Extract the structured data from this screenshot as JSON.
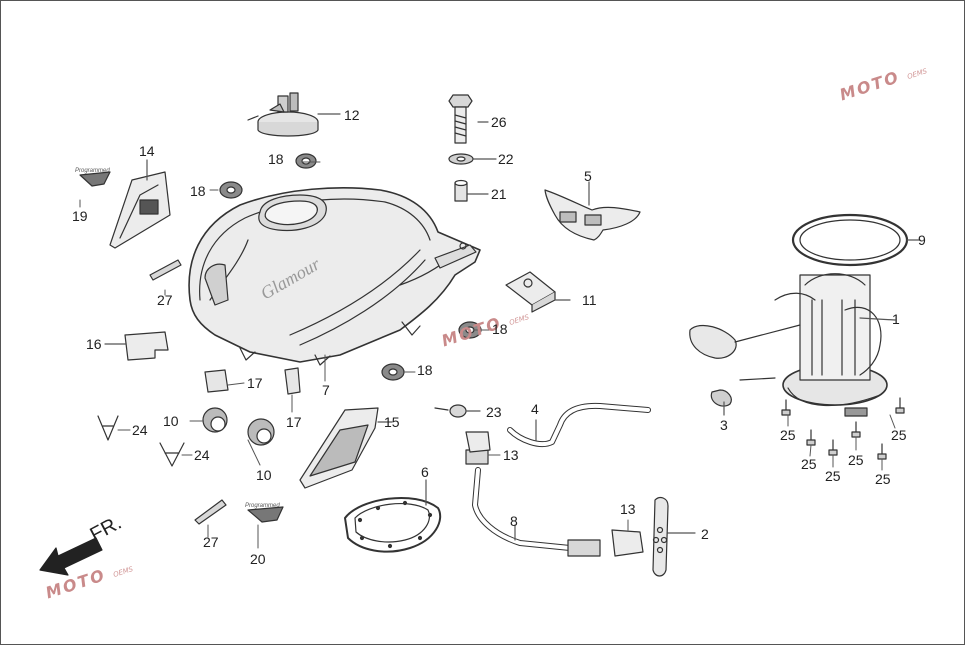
{
  "diagram": {
    "direction_label": "FR.",
    "decal_text": "Glamour",
    "small_decal_text": "Programmed",
    "watermark_text": "MOTO",
    "watermark_subtext": "OEMS",
    "callouts": {
      "p1": "1",
      "p2": "2",
      "p3": "3",
      "p4": "4",
      "p5": "5",
      "p6": "6",
      "p7": "7",
      "p8": "8",
      "p9": "9",
      "p10a": "10",
      "p10b": "10",
      "p11": "11",
      "p12": "12",
      "p13a": "13",
      "p13b": "13",
      "p14": "14",
      "p15": "15",
      "p16": "16",
      "p17a": "17",
      "p17b": "17",
      "p18a": "18",
      "p18b": "18",
      "p18c": "18",
      "p18d": "18",
      "p19": "19",
      "p20": "20",
      "p21": "21",
      "p22": "22",
      "p23": "23",
      "p24a": "24",
      "p24b": "24",
      "p25a": "25",
      "p25b": "25",
      "p25c": "25",
      "p25d": "25",
      "p25e": "25",
      "p25f": "25",
      "p26": "26",
      "p27a": "27",
      "p27b": "27"
    }
  }
}
